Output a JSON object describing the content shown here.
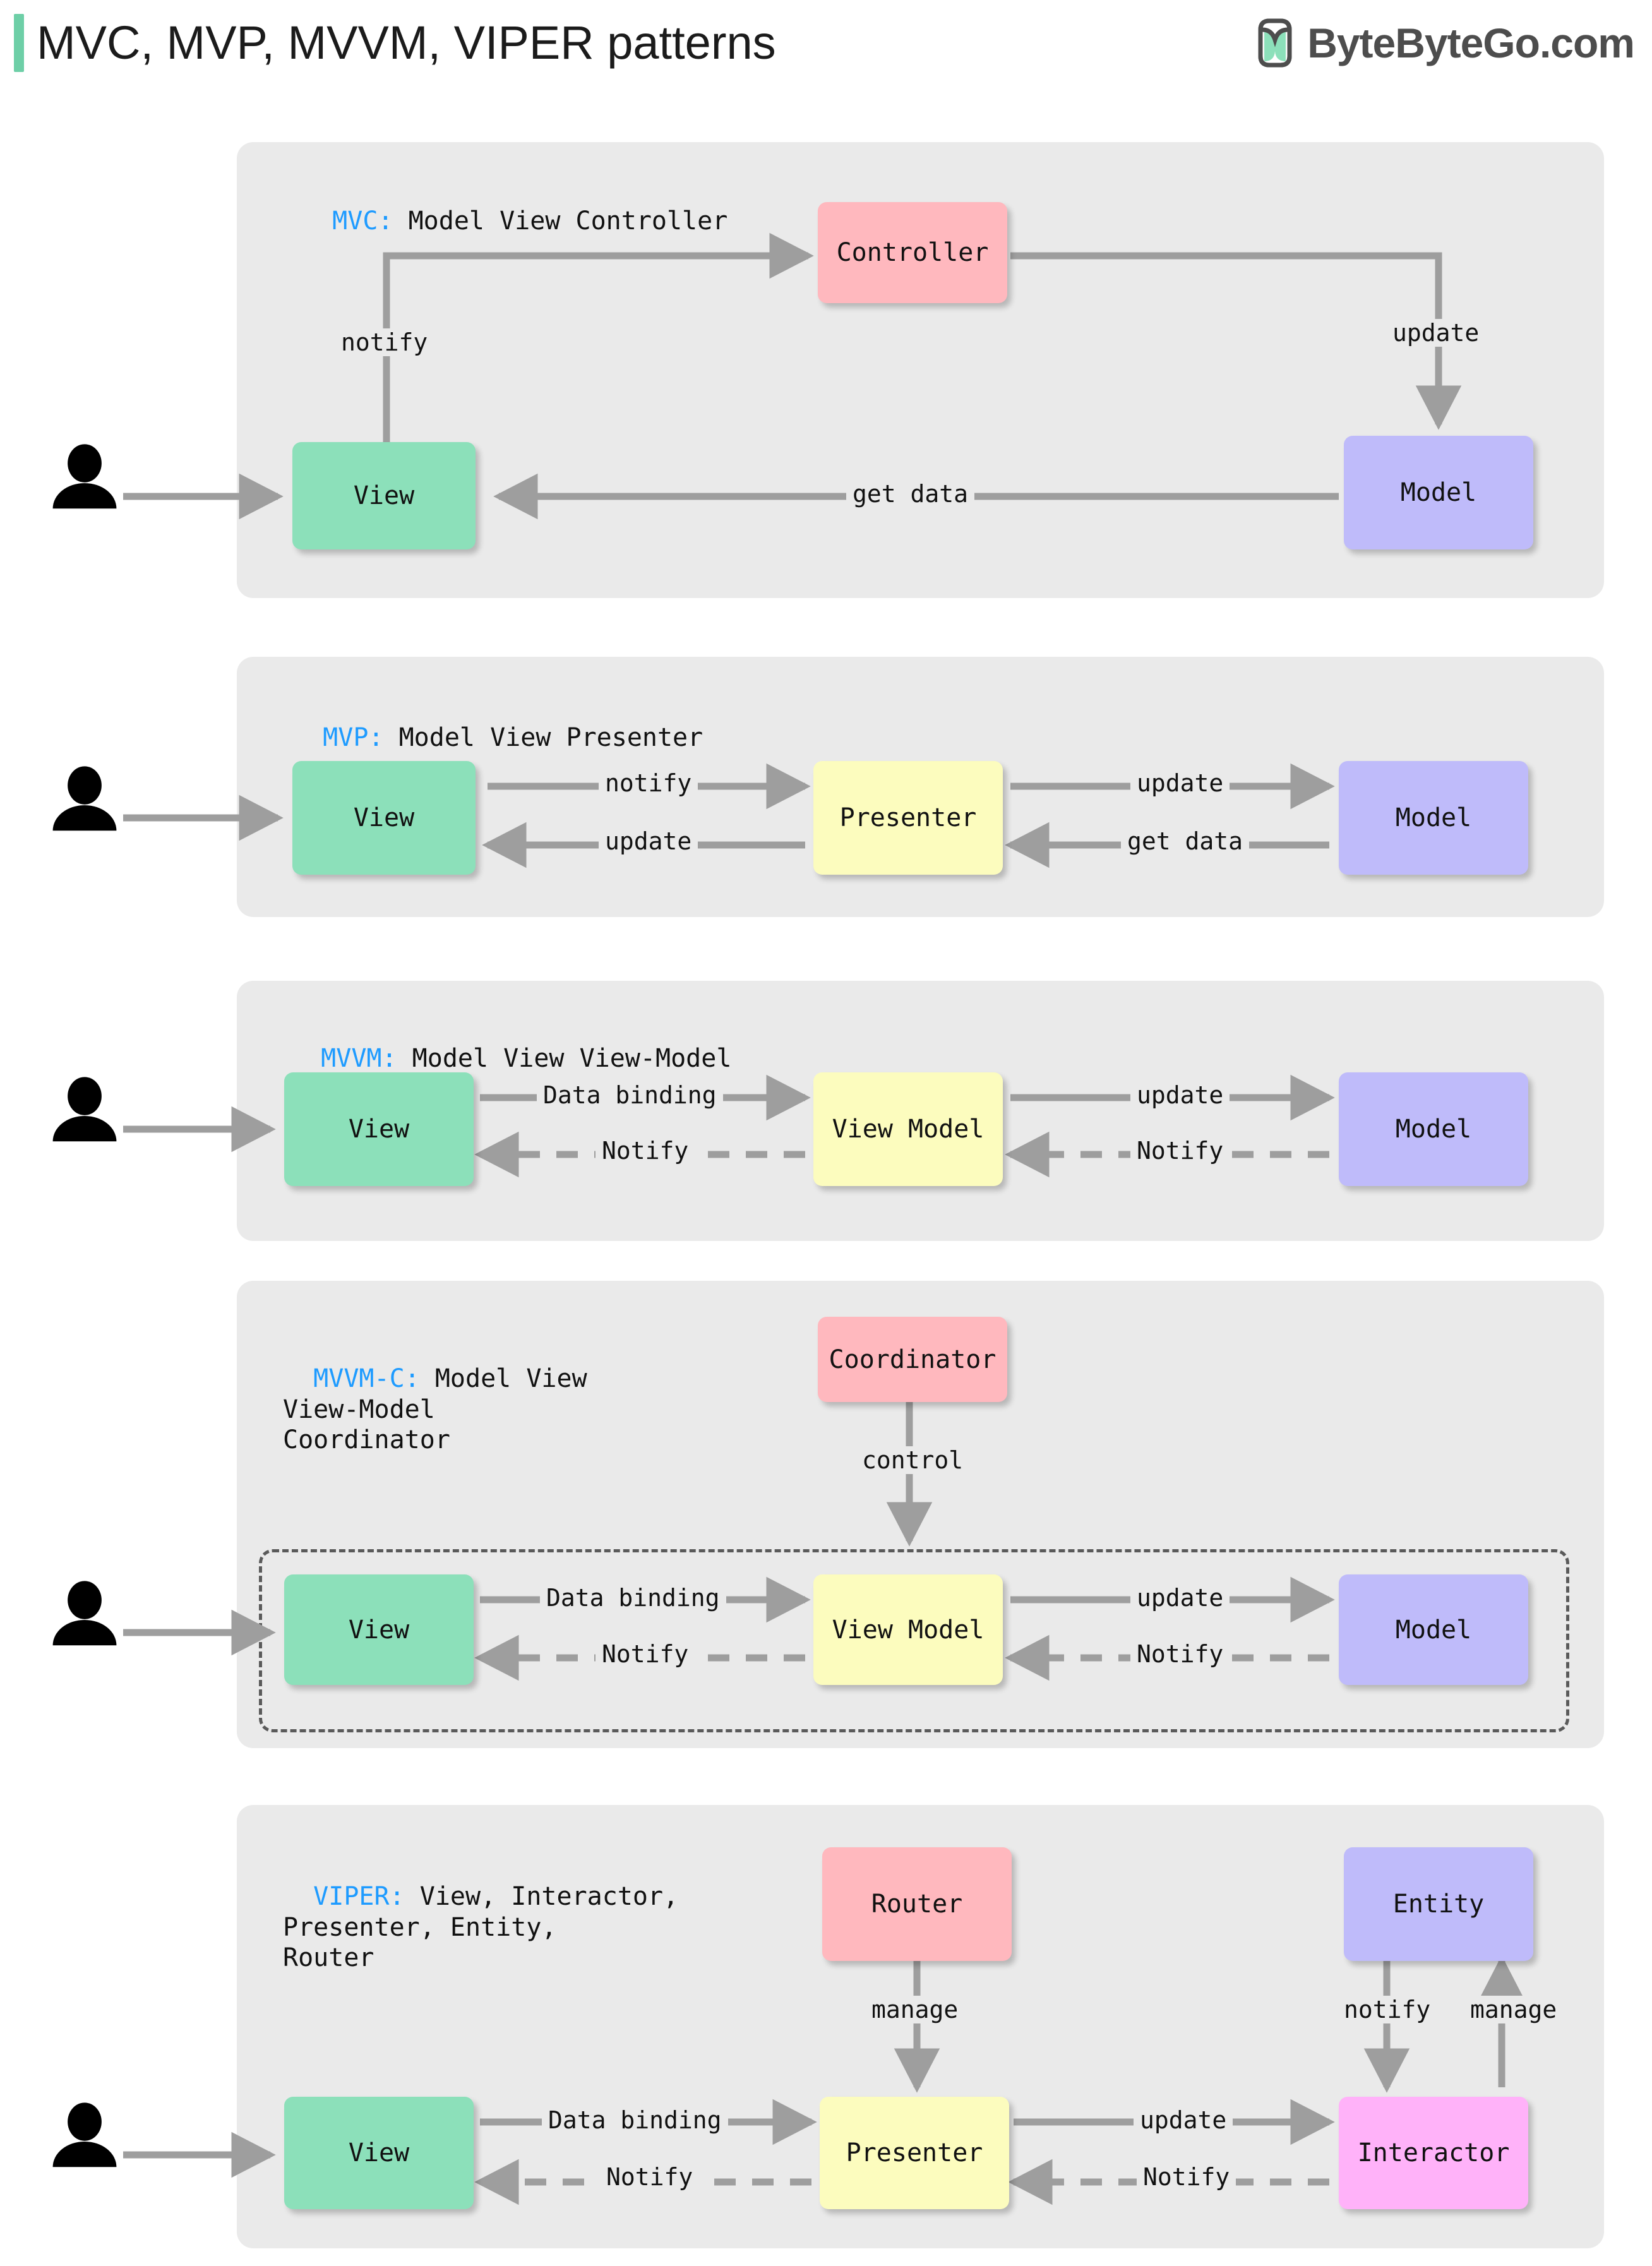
{
  "header": {
    "title": "MVC, MVP, MVVM, VIPER patterns",
    "brand_text": "ByteByteGo.com",
    "brand_icon": "bytebytego-logo",
    "accent_color": "#6ECFA7"
  },
  "colors": {
    "panel_bg": "#EAEAEA",
    "view": "#8CE0BA",
    "model": "#BFBBFA",
    "controller": "#FFB8BE",
    "viewmodel": "#FCFCBE",
    "interactor": "#FFB2F9",
    "arrow": "#9E9E9E",
    "key_text": "#1E9BFF"
  },
  "sections": [
    {
      "id": "mvc",
      "key": "MVC:",
      "title": " Model View Controller",
      "actor": "user-icon",
      "nodes": [
        {
          "id": "mvc-view",
          "label": "View",
          "kind": "view"
        },
        {
          "id": "mvc-controller",
          "label": "Controller",
          "kind": "controller"
        },
        {
          "id": "mvc-model",
          "label": "Model",
          "kind": "model"
        }
      ],
      "edges": [
        {
          "label": "notify",
          "from": "View",
          "to": "Controller",
          "style": "solid"
        },
        {
          "label": "update",
          "from": "Controller",
          "to": "Model",
          "style": "solid"
        },
        {
          "label": "get data",
          "from": "Model",
          "to": "View",
          "style": "solid"
        }
      ]
    },
    {
      "id": "mvp",
      "key": "MVP:",
      "title": " Model View Presenter",
      "actor": "user-icon",
      "nodes": [
        {
          "id": "mvp-view",
          "label": "View",
          "kind": "view"
        },
        {
          "id": "mvp-presenter",
          "label": "Presenter",
          "kind": "viewmodel"
        },
        {
          "id": "mvp-model",
          "label": "Model",
          "kind": "model"
        }
      ],
      "edges": [
        {
          "label": "notify",
          "from": "View",
          "to": "Presenter",
          "style": "solid"
        },
        {
          "label": "update",
          "from": "Presenter",
          "to": "Model",
          "style": "solid"
        },
        {
          "label": "update",
          "from": "Presenter",
          "to": "View",
          "style": "solid"
        },
        {
          "label": "get data",
          "from": "Model",
          "to": "Presenter",
          "style": "solid"
        }
      ]
    },
    {
      "id": "mvvm",
      "key": "MVVM:",
      "title": " Model View View-Model",
      "actor": "user-icon",
      "nodes": [
        {
          "id": "mvvm-view",
          "label": "View",
          "kind": "view"
        },
        {
          "id": "mvvm-viewmodel",
          "label": "View Model",
          "kind": "viewmodel"
        },
        {
          "id": "mvvm-model",
          "label": "Model",
          "kind": "model"
        }
      ],
      "edges": [
        {
          "label": "Data binding",
          "from": "View",
          "to": "View Model",
          "style": "solid"
        },
        {
          "label": "update",
          "from": "View Model",
          "to": "Model",
          "style": "solid"
        },
        {
          "label": "Notify",
          "from": "View Model",
          "to": "View",
          "style": "dashed"
        },
        {
          "label": "Notify",
          "from": "Model",
          "to": "View Model",
          "style": "dashed"
        }
      ]
    },
    {
      "id": "mvvmc",
      "key": "MVVM-C:",
      "title": " Model View\nView-Model\nCoordinator",
      "actor": "user-icon",
      "nodes": [
        {
          "id": "mvvmc-coordinator",
          "label": "Coordinator",
          "kind": "controller"
        },
        {
          "id": "mvvmc-view",
          "label": "View",
          "kind": "view"
        },
        {
          "id": "mvvmc-viewmodel",
          "label": "View Model",
          "kind": "viewmodel"
        },
        {
          "id": "mvvmc-model",
          "label": "Model",
          "kind": "model"
        }
      ],
      "edges": [
        {
          "label": "control",
          "from": "Coordinator",
          "to": "View Model",
          "style": "solid"
        },
        {
          "label": "Data binding",
          "from": "View",
          "to": "View Model",
          "style": "solid"
        },
        {
          "label": "update",
          "from": "View Model",
          "to": "Model",
          "style": "solid"
        },
        {
          "label": "Notify",
          "from": "View Model",
          "to": "View",
          "style": "dashed"
        },
        {
          "label": "Notify",
          "from": "Model",
          "to": "View Model",
          "style": "dashed"
        }
      ],
      "group_box": "mvvm-dashed-group"
    },
    {
      "id": "viper",
      "key": "VIPER:",
      "title": " View, Interactor,\nPresenter, Entity,\nRouter",
      "actor": "user-icon",
      "nodes": [
        {
          "id": "viper-router",
          "label": "Router",
          "kind": "controller"
        },
        {
          "id": "viper-entity",
          "label": "Entity",
          "kind": "model"
        },
        {
          "id": "viper-view",
          "label": "View",
          "kind": "view"
        },
        {
          "id": "viper-presenter",
          "label": "Presenter",
          "kind": "viewmodel"
        },
        {
          "id": "viper-interactor",
          "label": "Interactor",
          "kind": "interactor"
        }
      ],
      "edges": [
        {
          "label": "manage",
          "from": "Router",
          "to": "Presenter",
          "style": "solid"
        },
        {
          "label": "Data binding",
          "from": "View",
          "to": "Presenter",
          "style": "solid"
        },
        {
          "label": "update",
          "from": "Presenter",
          "to": "Interactor",
          "style": "solid"
        },
        {
          "label": "Notify",
          "from": "Presenter",
          "to": "View",
          "style": "dashed"
        },
        {
          "label": "Notify",
          "from": "Interactor",
          "to": "Presenter",
          "style": "dashed"
        },
        {
          "label": "notify",
          "from": "Entity",
          "to": "Interactor",
          "style": "solid"
        },
        {
          "label": "manage",
          "from": "Interactor",
          "to": "Entity",
          "style": "solid"
        }
      ]
    }
  ]
}
